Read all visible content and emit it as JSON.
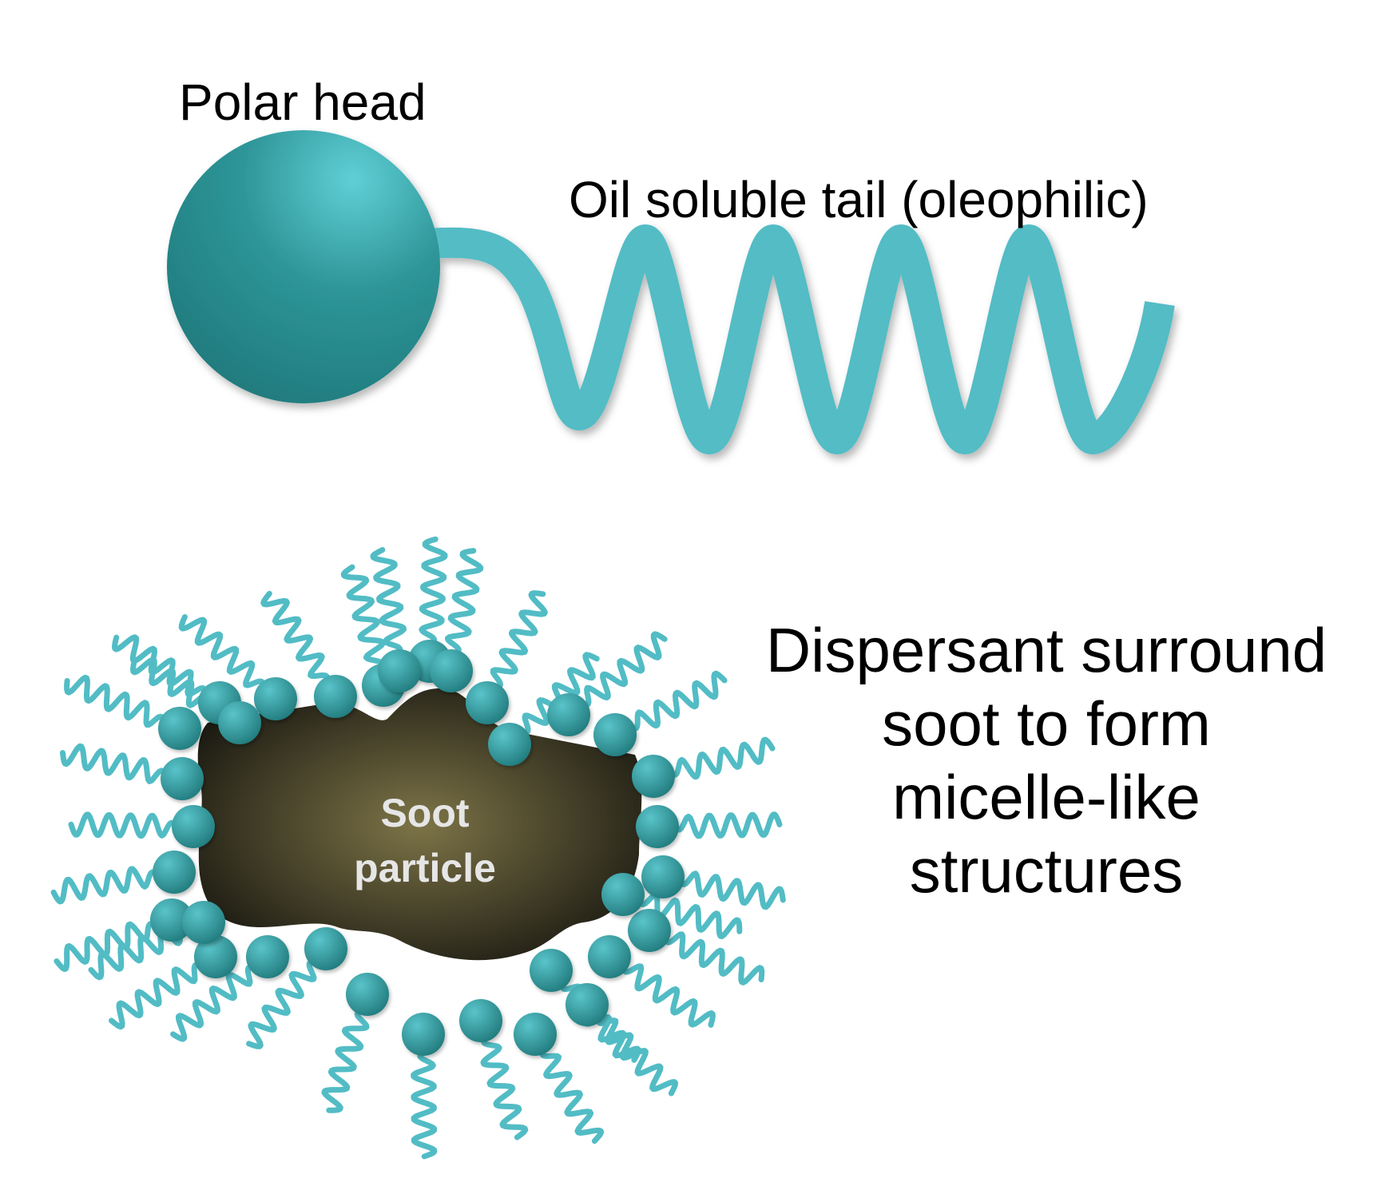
{
  "labels": {
    "polar_head": "Polar head",
    "tail": "Oil soluble tail (oleophilic)",
    "soot_line1": "Soot",
    "soot_line2": "particle",
    "caption_lines": [
      "Dispersant surround",
      "soot to form",
      "micelle-like",
      "structures"
    ]
  },
  "colors": {
    "head_light": "#5fd0d6",
    "head_dark": "#1f7a7c",
    "tail": "#52bcc5",
    "soot_center": "#7d7447",
    "soot_edge": "#1b1a12",
    "soot_text": "#e6e6e6",
    "text": "#000000"
  },
  "counts": {
    "micelle_dispersants": 33
  }
}
